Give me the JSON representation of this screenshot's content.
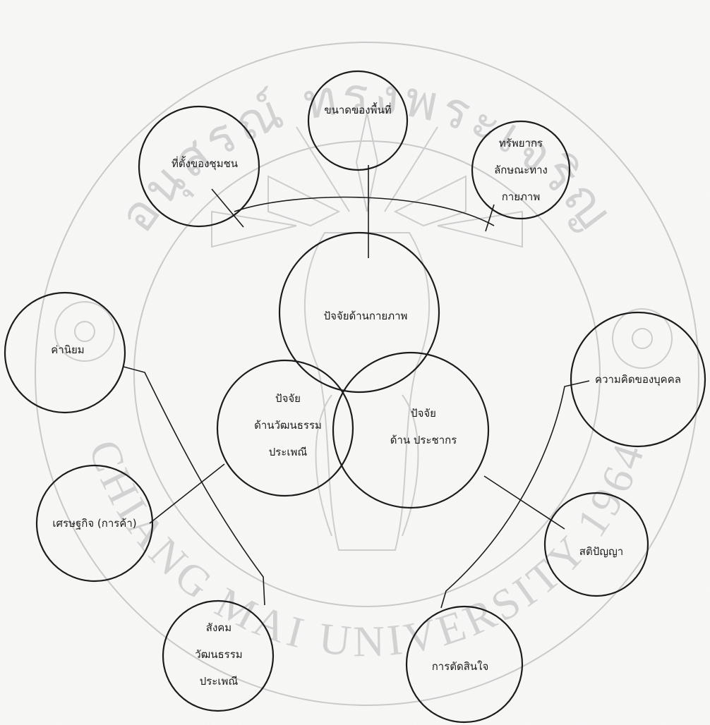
{
  "diagram": {
    "nodes": {
      "area_size": {
        "lines": [
          "ขนาดของพื้นที่"
        ]
      },
      "community_location": {
        "lines": [
          "ที่ตั้งของชุมชน"
        ]
      },
      "physical_resources": {
        "lines": [
          "ทรัพยากร",
          "ลักษณะทาง",
          "กายภาพ"
        ]
      },
      "physical_factors": {
        "lines": [
          "ปัจจัยด้านกายภาพ"
        ]
      },
      "cultural_factors": {
        "lines": [
          "ปัจจัย",
          "ด้านวัฒนธรรม",
          "ประเพณี"
        ]
      },
      "population_factors": {
        "lines": [
          "ปัจจัย",
          "ด้าน ประชากร"
        ]
      },
      "values": {
        "lines": [
          "ค่านิยม"
        ]
      },
      "personal_opinion": {
        "lines": [
          "ความคิดของบุคคล"
        ]
      },
      "economy": {
        "lines": [
          "เศรษฐกิจ (การค้า)"
        ]
      },
      "wisdom": {
        "lines": [
          "สติปัญญา"
        ]
      },
      "social_culture": {
        "lines": [
          "สังคม",
          "วัฒนธรรม",
          "ประเพณี"
        ]
      },
      "decision_making": {
        "lines": [
          "การตัดสินใจ"
        ]
      }
    }
  },
  "watermark": {
    "colors": {
      "ink": "#1c1c1c",
      "watermark": "#cfcfcf",
      "paper": "#f9f9f8"
    }
  }
}
